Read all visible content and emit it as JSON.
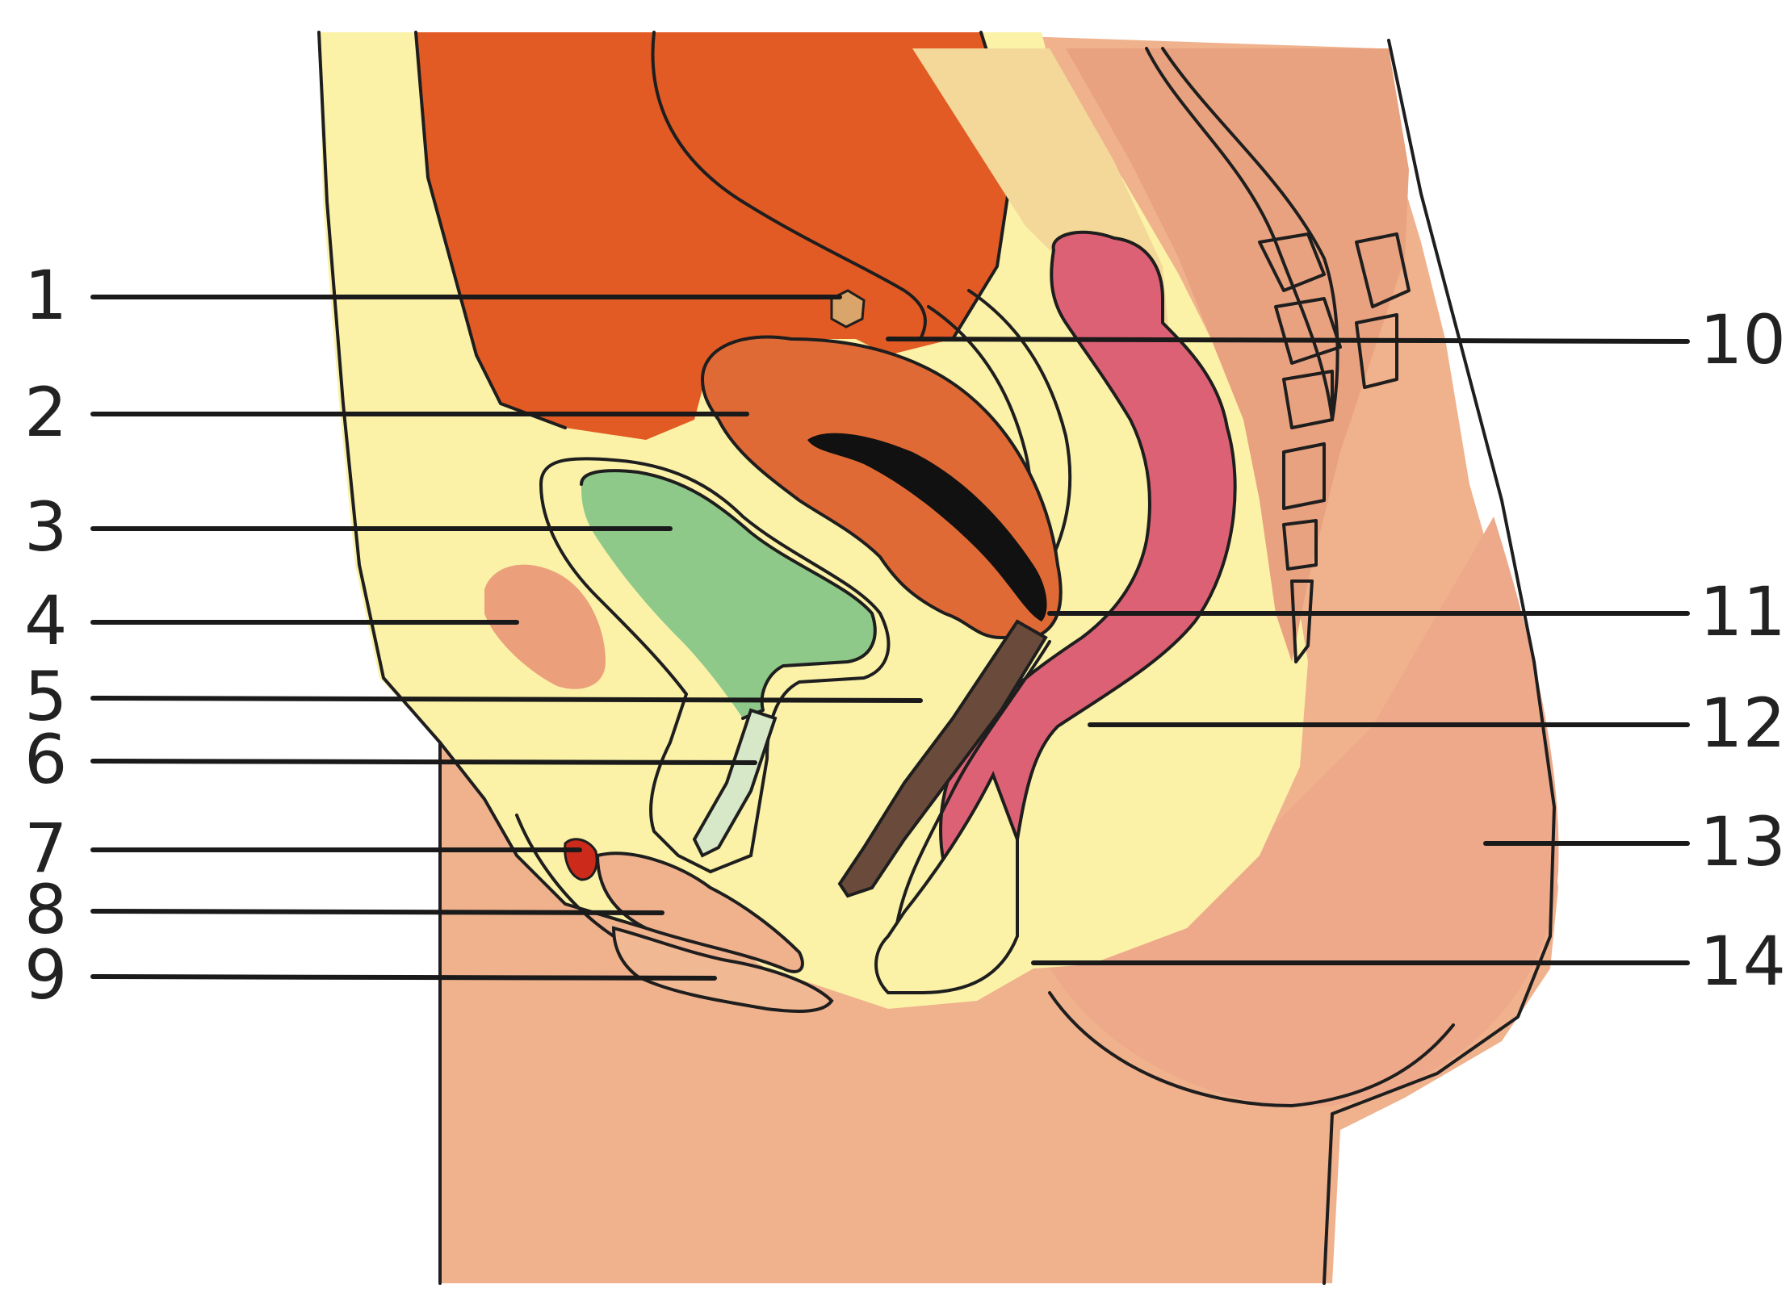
{
  "labels": {
    "left": [
      "1",
      "2",
      "3",
      "4",
      "5",
      "6",
      "7",
      "8",
      "9"
    ],
    "right": [
      "10",
      "11",
      "12",
      "13",
      "14"
    ]
  },
  "colors": {
    "background": "#ffffff",
    "pelvic_fat": "#fbf2a8",
    "skin_body": "#f0b18d",
    "intestine": "#e25a24",
    "uterus": "#e06a35",
    "bladder": "#8ec98a",
    "bone": "#eba07b",
    "rectum": "#dd6174",
    "vertebrae": "#e9a27f",
    "outline": "#1e1e1e"
  }
}
